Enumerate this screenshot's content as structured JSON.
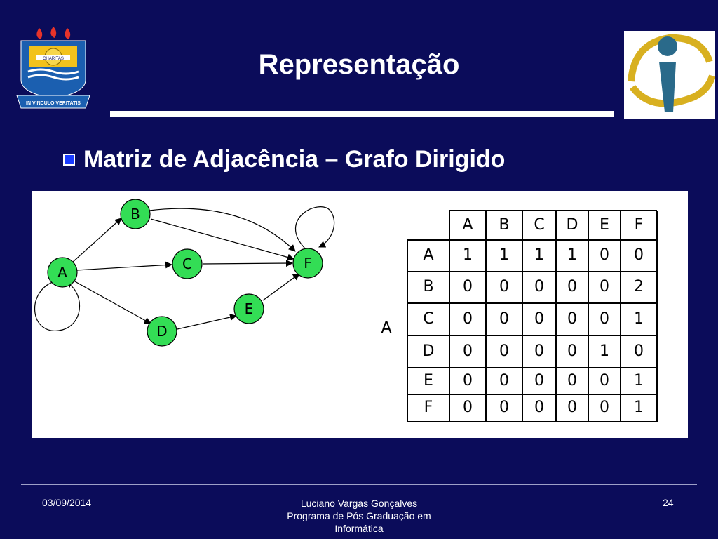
{
  "slide": {
    "title": "Representação",
    "bullet": "Matriz de Adjacência – Grafo Dirigido",
    "logo_left_motto": "IN VINCULO VERITATIS",
    "logo_left_banner": "CHARITAS"
  },
  "graph": {
    "nodes": [
      "A",
      "B",
      "C",
      "D",
      "E",
      "F"
    ],
    "fill_color": "#33dd55",
    "edges": [
      [
        "A",
        "B"
      ],
      [
        "A",
        "C"
      ],
      [
        "A",
        "D"
      ],
      [
        "B",
        "F"
      ],
      [
        "B",
        "F"
      ],
      [
        "C",
        "F"
      ],
      [
        "D",
        "E"
      ],
      [
        "E",
        "F"
      ],
      [
        "A",
        "A"
      ],
      [
        "F",
        "F"
      ]
    ]
  },
  "matrix": {
    "label": "A",
    "columns": [
      "A",
      "B",
      "C",
      "D",
      "E",
      "F"
    ],
    "rows": [
      {
        "label": "A",
        "values": [
          "1",
          "1",
          "1",
          "1",
          "0",
          "0"
        ]
      },
      {
        "label": "B",
        "values": [
          "0",
          "0",
          "0",
          "0",
          "0",
          "2"
        ]
      },
      {
        "label": "C",
        "values": [
          "0",
          "0",
          "0",
          "0",
          "0",
          "1"
        ]
      },
      {
        "label": "D",
        "values": [
          "0",
          "0",
          "0",
          "0",
          "1",
          "0"
        ]
      },
      {
        "label": "E",
        "values": [
          "0",
          "0",
          "0",
          "0",
          "0",
          "1"
        ]
      },
      {
        "label": "F",
        "values": [
          "0",
          "0",
          "0",
          "0",
          "0",
          "1"
        ]
      }
    ]
  },
  "footer": {
    "date": "03/09/2014",
    "author": "Luciano Vargas Gonçalves",
    "program_line1": "Programa de Pós Graduação em",
    "program_line2": "Informática",
    "page": "24"
  }
}
